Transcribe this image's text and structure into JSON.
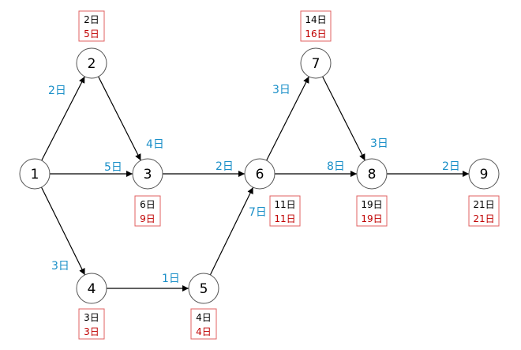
{
  "diagram": {
    "nodes": [
      {
        "id": "1",
        "label": "1"
      },
      {
        "id": "2",
        "label": "2",
        "early": "2日",
        "late": "5日"
      },
      {
        "id": "3",
        "label": "3",
        "early": "6日",
        "late": "9日"
      },
      {
        "id": "4",
        "label": "4",
        "early": "3日",
        "late": "3日"
      },
      {
        "id": "5",
        "label": "5",
        "early": "4日",
        "late": "4日"
      },
      {
        "id": "6",
        "label": "6",
        "early": "11日",
        "late": "11日"
      },
      {
        "id": "7",
        "label": "7",
        "early": "14日",
        "late": "16日"
      },
      {
        "id": "8",
        "label": "8",
        "early": "19日",
        "late": "19日"
      },
      {
        "id": "9",
        "label": "9",
        "early": "21日",
        "late": "21日"
      }
    ],
    "edges": [
      {
        "from": "1",
        "to": "2",
        "label": "2日"
      },
      {
        "from": "1",
        "to": "3",
        "label": "5日"
      },
      {
        "from": "1",
        "to": "4",
        "label": "3日"
      },
      {
        "from": "2",
        "to": "3",
        "label": "4日"
      },
      {
        "from": "3",
        "to": "6",
        "label": "2日"
      },
      {
        "from": "4",
        "to": "5",
        "label": "1日"
      },
      {
        "from": "5",
        "to": "6",
        "label": "7日"
      },
      {
        "from": "6",
        "to": "7",
        "label": "3日"
      },
      {
        "from": "6",
        "to": "8",
        "label": "8日"
      },
      {
        "from": "7",
        "to": "8",
        "label": "3日"
      },
      {
        "from": "8",
        "to": "9",
        "label": "2日"
      }
    ]
  }
}
